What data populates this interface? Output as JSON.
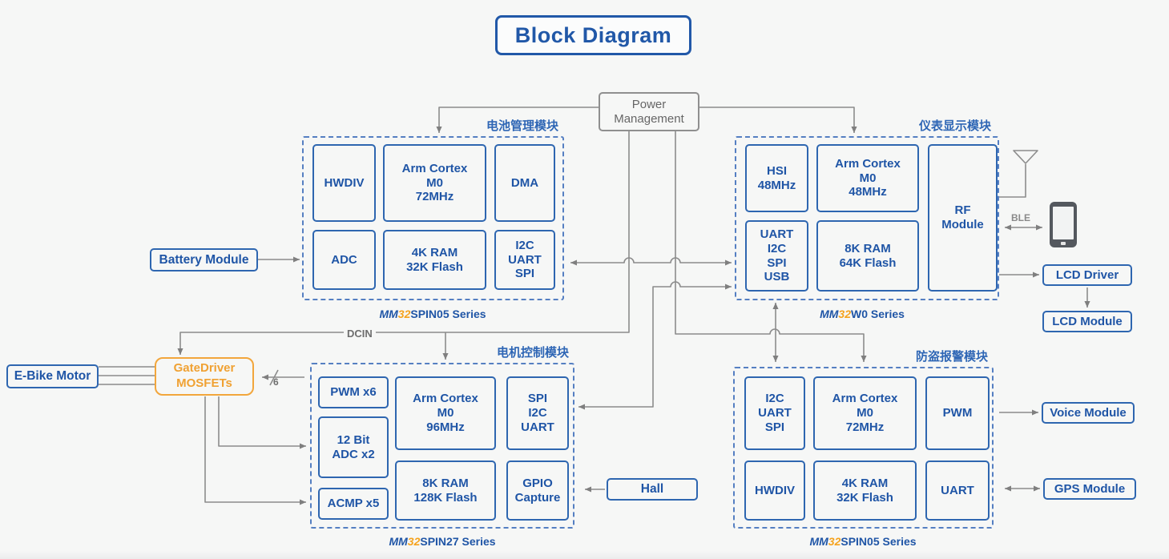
{
  "title": "Block Diagram",
  "power": {
    "label": "Power\nManagement"
  },
  "annotations": {
    "dcin": "DCIN",
    "ble": "BLE",
    "phase_count": "6"
  },
  "colors": {
    "accent_blue": "#2158a8",
    "box_blue": "#2e66b0",
    "orange": "#f0a132",
    "line_gray": "#8c8c8c"
  },
  "modules": {
    "battery": {
      "name_zh": "电池管理模块",
      "series": {
        "pre": "MM",
        "num": "32",
        "post": "SPIN05 Series"
      },
      "cells": {
        "hwdiv": "HWDIV",
        "cpu": "Arm Cortex\nM0\n72MHz",
        "dma": "DMA",
        "adc": "ADC",
        "mem": "4K RAM\n32K Flash",
        "comm": "I2C\nUART\nSPI"
      }
    },
    "display": {
      "name_zh": "仪表显示模块",
      "series": {
        "pre": "MM",
        "num": "32",
        "post": "W0 Series"
      },
      "cells": {
        "hsi": "HSI\n48MHz",
        "cpu": "Arm Cortex\nM0\n48MHz",
        "rf": "RF\nModule",
        "comm": "UART\nI2C\nSPI\nUSB",
        "mem": "8K RAM\n64K Flash"
      }
    },
    "motor": {
      "name_zh": "电机控制模块",
      "series": {
        "pre": "MM",
        "num": "32",
        "post": "SPIN27 Series"
      },
      "cells": {
        "pwm": "PWM x6",
        "adc12": "12 Bit\nADC x2",
        "acmp": "ACMP x5",
        "cpu": "Arm Cortex\nM0\n96MHz",
        "mem": "8K RAM\n128K Flash",
        "comm": "SPI\nI2C\nUART",
        "gpio": "GPIO\nCapture"
      }
    },
    "alarm": {
      "name_zh": "防盗报警模块",
      "series": {
        "pre": "MM",
        "num": "32",
        "post": "SPIN05 Series"
      },
      "cells": {
        "comm": "I2C\nUART\nSPI",
        "cpu": "Arm Cortex\nM0\n72MHz",
        "pwm": "PWM",
        "hwdiv": "HWDIV",
        "mem": "4K RAM\n32K Flash",
        "uart": "UART"
      }
    }
  },
  "peripherals": {
    "battery_module": "Battery Module",
    "ebike_motor": "E-Bike Motor",
    "gatedriver": "GateDriver\nMOSFETs",
    "hall": "Hall",
    "lcd_driver": "LCD Driver",
    "lcd_module": "LCD Module",
    "voice_module": "Voice Module",
    "gps_module": "GPS Module"
  }
}
